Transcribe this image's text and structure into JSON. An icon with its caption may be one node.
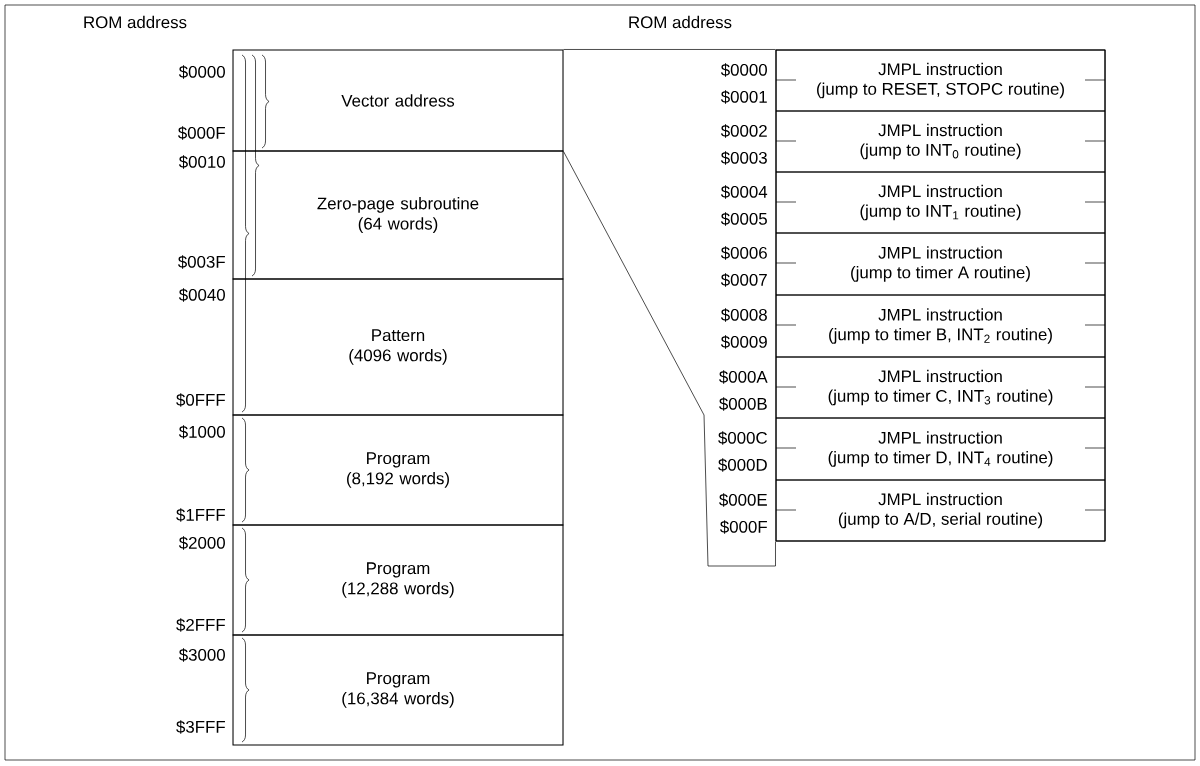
{
  "diagram": {
    "nodes": [
      {
        "text": [
          "Vector address"
        ]
      },
      {
        "text": [
          "Zero-page subroutine (64 words)"
        ]
      },
      {
        "text": [
          "Pattern (4096 words)"
        ]
      },
      {
        "text": [
          "Program (8,192 words)"
        ]
      },
      {
        "text": [
          "Program (12,288 words)"
        ]
      },
      {
        "text": [
          "Program (16,384 words)"
        ]
      },
      {
        "text": [],
        "shape": "box"
      },
      {
        "text": [
          "JMPL instruction",
          "(jump to RESET, STOPC routine)"
        ],
        "in": 6
      },
      {
        "text": [
          "JMPL instruction",
          "(jump to INT$_{0}$ routine)"
        ],
        "in": 6
      },
      {
        "text": [
          "JMPL instruction",
          "(jump to INT$_{1}$ routine)"
        ],
        "in": 6
      },
      {
        "text": [
          "JMPL instruction",
          "(jump to timer A routine)"
        ],
        "in": 6
      },
      {
        "text": [
          "JMPL instruction",
          "(jump to timer B, INT$_{2}$ routine)"
        ],
        "in": 6
      },
      {
        "text": [
          "JMPL instruction",
          "(jump to timer C, INT$_{3}$ routine)"
        ],
        "in": 6
      },
      {
        "text": [
          "JMPL instruction",
          "(jump to timer D, INT$_{4}$ routine)"
        ],
        "in": 6
      },
      {
        "text": [
          "JMPL instruction",
          "(jump to A/D, serial routine)"
        ],
        "in": 6
      }
    ],
    "edges": [
      {
        "from": 0,
        "to": 6,
        "arrow": "none"
      },
      {
        "from": 0,
        "to": 6,
        "arrow": "none"
      }
    ],
    "labels": [
      "ROM address",
      "ROM address",
      "$0000",
      "$000F",
      "$0010",
      "$003F",
      "$0040",
      "$0FFF",
      "$1000",
      "$1FFF",
      "$2000",
      "$2FFF",
      "$3000",
      "$3FFF",
      "$0000",
      "$0001",
      "$0002",
      "$0003",
      "$0004",
      "$0005",
      "$0006",
      "$0007",
      "$0008",
      "$0009",
      "$000A",
      "$000B",
      "$000C",
      "$000D",
      "$000E",
      "$000F"
    ]
  }
}
